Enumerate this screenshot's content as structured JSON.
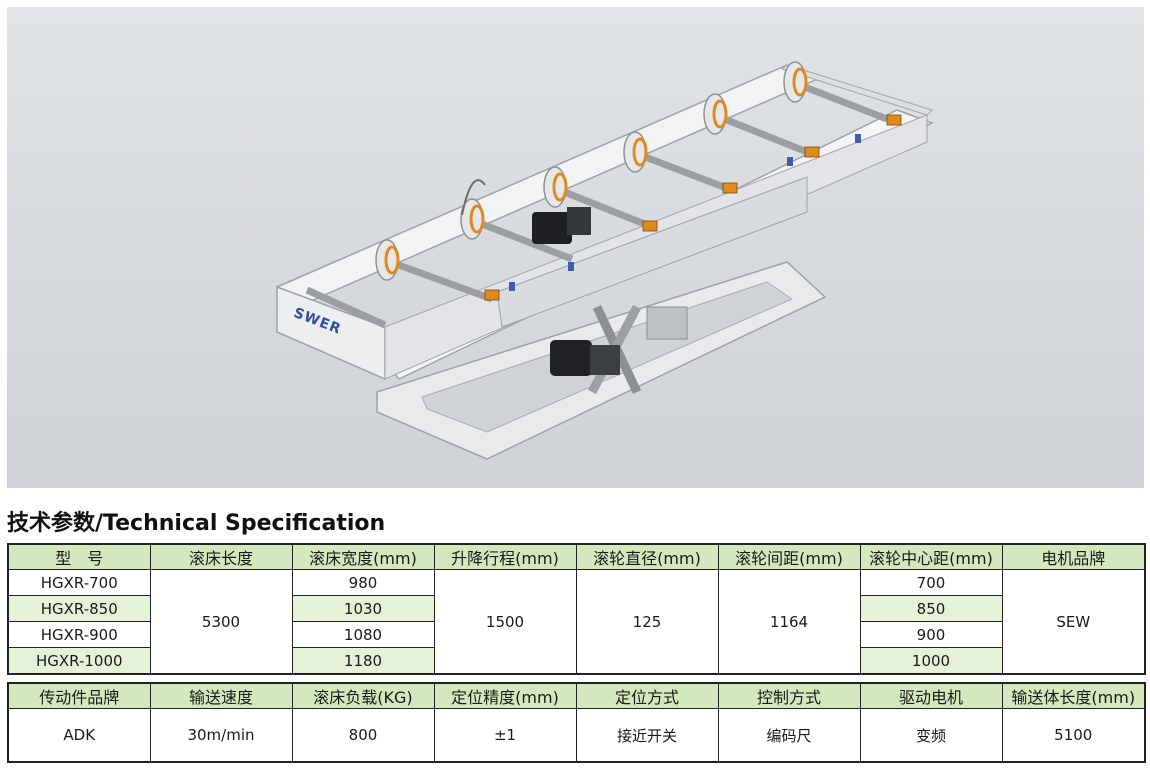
{
  "photo": {
    "logo_text": "SWER"
  },
  "section_title": "技术参数/Technical Specification",
  "table1": {
    "headers": [
      "型　号",
      "滚床长度",
      "滚床宽度(mm)",
      "升降行程(mm)",
      "滚轮直径(mm)",
      "滚轮间距(mm)",
      "滚轮中心距(mm)",
      "电机品牌"
    ],
    "models": [
      "HGXR-700",
      "HGXR-850",
      "HGXR-900",
      "HGXR-1000"
    ],
    "length": "5300",
    "widths": [
      "980",
      "1030",
      "1080",
      "1180"
    ],
    "stroke": "1500",
    "wheel_diameter": "125",
    "wheel_spacing": "1164",
    "center_distances": [
      "700",
      "850",
      "900",
      "1000"
    ],
    "motor_brand": "SEW"
  },
  "table2": {
    "headers": [
      "传动件品牌",
      "输送速度",
      "滚床负载(KG)",
      "定位精度(mm)",
      "定位方式",
      "控制方式",
      "驱动电机",
      "输送体长度(mm)"
    ],
    "values": [
      "ADK",
      "30m/min",
      "800",
      "±1",
      "接近开关",
      "编码尺",
      "变频",
      "5100"
    ]
  },
  "colors": {
    "header_fill": "#d4e8bd",
    "row_shade": "#e6f2d8",
    "roller_accent": "#e08a1e"
  }
}
